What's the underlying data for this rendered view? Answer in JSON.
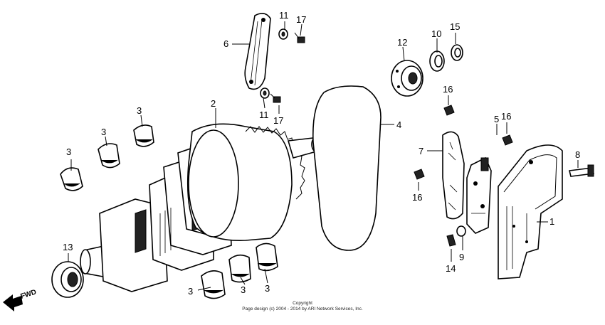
{
  "callouts": [
    {
      "id": "c1",
      "text": "1"
    },
    {
      "id": "c2",
      "text": "2"
    },
    {
      "id": "c3a",
      "text": "3"
    },
    {
      "id": "c3b",
      "text": "3"
    },
    {
      "id": "c3c",
      "text": "3"
    },
    {
      "id": "c3d",
      "text": "3"
    },
    {
      "id": "c3e",
      "text": "3"
    },
    {
      "id": "c3f",
      "text": "3"
    },
    {
      "id": "c4",
      "text": "4"
    },
    {
      "id": "c5",
      "text": "5"
    },
    {
      "id": "c6",
      "text": "6"
    },
    {
      "id": "c7",
      "text": "7"
    },
    {
      "id": "c8",
      "text": "8"
    },
    {
      "id": "c9",
      "text": "9"
    },
    {
      "id": "c10",
      "text": "10"
    },
    {
      "id": "c11a",
      "text": "11"
    },
    {
      "id": "c11b",
      "text": "11"
    },
    {
      "id": "c12",
      "text": "12"
    },
    {
      "id": "c13",
      "text": "13"
    },
    {
      "id": "c14",
      "text": "14"
    },
    {
      "id": "c15",
      "text": "15"
    },
    {
      "id": "c16a",
      "text": "16"
    },
    {
      "id": "c16b",
      "text": "16"
    },
    {
      "id": "c16c",
      "text": "16"
    },
    {
      "id": "c17a",
      "text": "17"
    },
    {
      "id": "c17b",
      "text": "17"
    }
  ],
  "fwd_label": "FWD",
  "copyright_line1": "Copyright",
  "copyright_line2": "Page design (c) 2004 - 2014 by ARI Network Services, Inc."
}
